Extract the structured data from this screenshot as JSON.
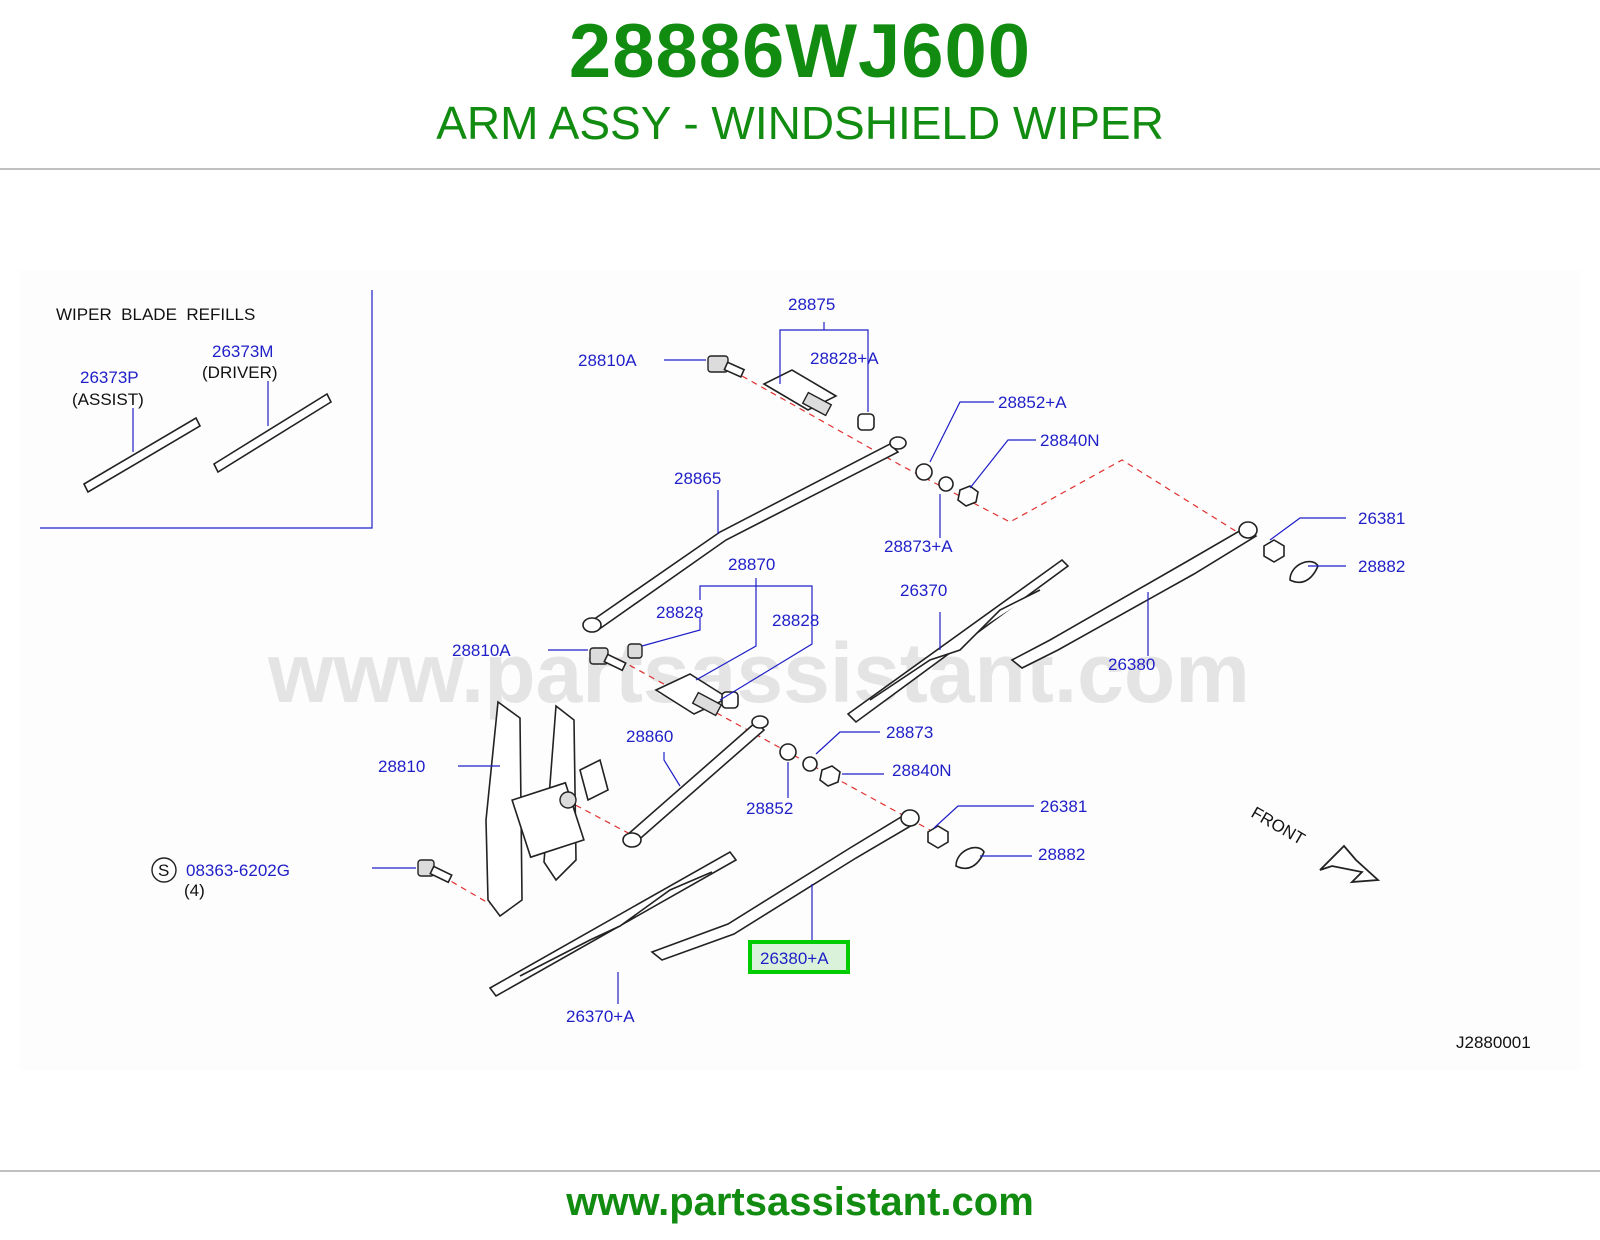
{
  "header": {
    "part_number": "28886WJ600",
    "part_name": "ARM ASSY - WINDSHIELD WIPER"
  },
  "diagram": {
    "watermark": "www.partsassistant.com",
    "refills_title": "WIPER  BLADE  REFILLS",
    "refill_assist_number": "26373P",
    "refill_assist_note": "(ASSIST)",
    "refill_driver_number": "26373M",
    "refill_driver_note": "(DRIVER)",
    "highlighted_part": "26380+A",
    "front_label": "FRONT",
    "diagram_code": "J2880001",
    "screw_symbol": "S",
    "screw_number": "08363-6202G",
    "screw_qty": "(4)",
    "labels": {
      "p28875": "28875",
      "p28810A_top": "28810A",
      "p28828A": "28828+A",
      "p28852A": "28852+A",
      "p28840N_top": "28840N",
      "p28865": "28865",
      "p28873A": "28873+A",
      "p26381_top": "26381",
      "p28882_top": "28882",
      "p28870": "28870",
      "p26370": "26370",
      "p28828_left": "28828",
      "p28828_right": "28828",
      "p28810A_mid": "28810A",
      "p26380": "26380",
      "p28860": "28860",
      "p28873": "28873",
      "p28810": "28810",
      "p28840N_mid": "28840N",
      "p28852": "28852",
      "p26381_mid": "26381",
      "p28882_mid": "28882",
      "p26370A": "26370+A"
    },
    "colors": {
      "brand_green": "#118c11",
      "label_blue": "#1f1fc8",
      "highlight_green": "#00cc00",
      "dash_red": "#e03030"
    }
  },
  "footer": {
    "url": "www.partsassistant.com"
  }
}
